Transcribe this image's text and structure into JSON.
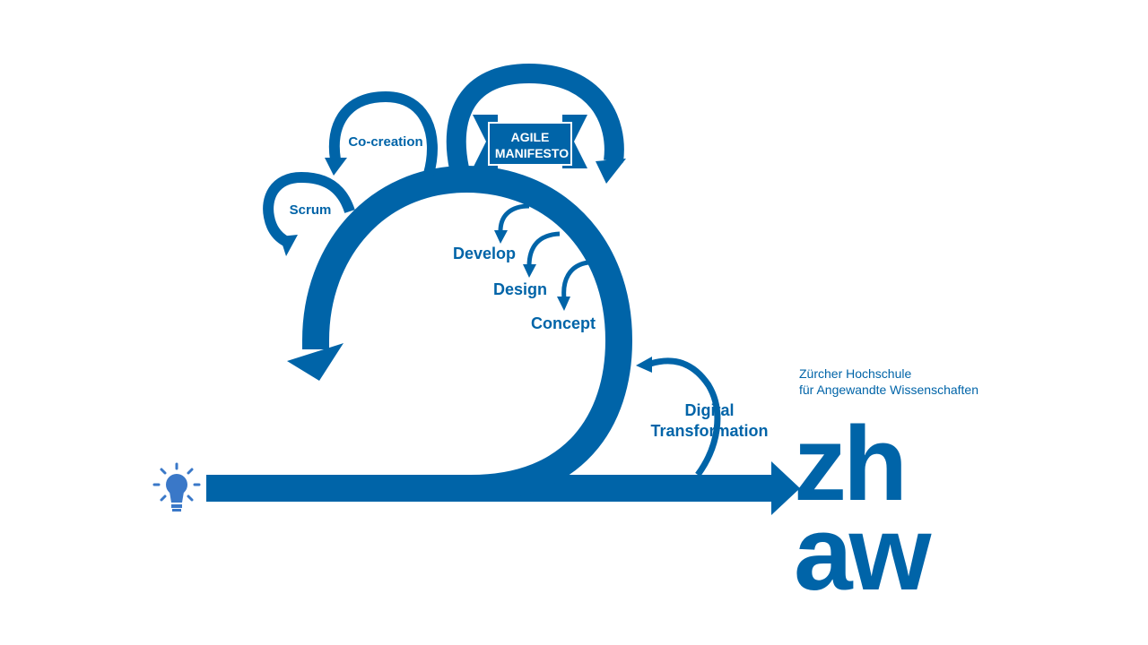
{
  "colors": {
    "primary_blue": "#0064A8",
    "banner_text": "#ffffff"
  },
  "diagram": {
    "labels": {
      "scrum": "Scrum",
      "cocreation": "Co-creation",
      "agile_line1": "AGILE",
      "agile_line2": "MANIFESTO",
      "develop": "Develop",
      "design": "Design",
      "concept": "Concept",
      "digital": "Digital",
      "transformation": "Transformation"
    },
    "icons": {
      "start": "lightbulb-icon"
    }
  },
  "logo": {
    "subtitle_line1": "Zürcher Hochschule",
    "subtitle_line2": "für Angewandte Wissenschaften",
    "letters_row1": "zh",
    "letters_row2": "aw"
  }
}
